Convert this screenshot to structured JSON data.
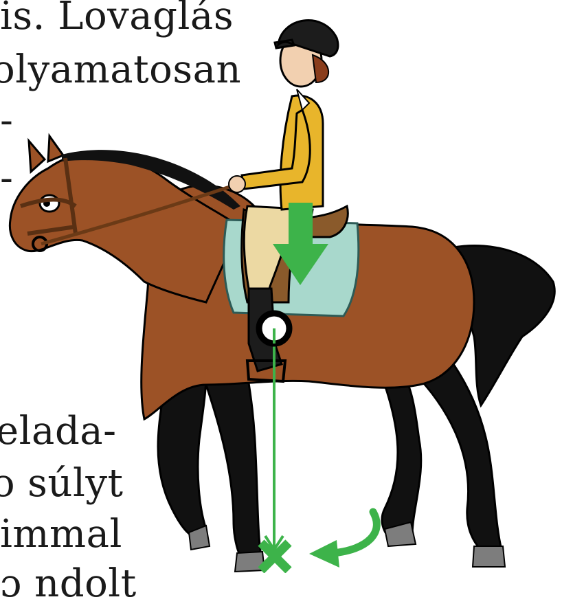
{
  "text": {
    "line1": "is. Lovaglás",
    "line2": "olyamatosan",
    "line3": "-",
    "line4": "-",
    "line5": "elada-",
    "line6": "ɔ súlyt",
    "line7": "immal",
    "line8": "ɔ ndolt"
  },
  "colors": {
    "horse_body": "#9c5226",
    "horse_shade": "#7a3d18",
    "mane_tail": "#111111",
    "jacket": "#e8b52b",
    "breeches": "#ecd9a3",
    "helmet": "#1c1c1c",
    "saddle": "#8a5a2b",
    "saddle_pad": "#a8d8cc",
    "arrow_green": "#3db34a",
    "hoof": "#7d7d7d"
  },
  "icons": {
    "down_arrow": "down-arrow-icon",
    "center_marker": "center-of-gravity-icon",
    "ground_x": "x-mark-icon",
    "curved_arrow": "curved-arrow-icon"
  }
}
